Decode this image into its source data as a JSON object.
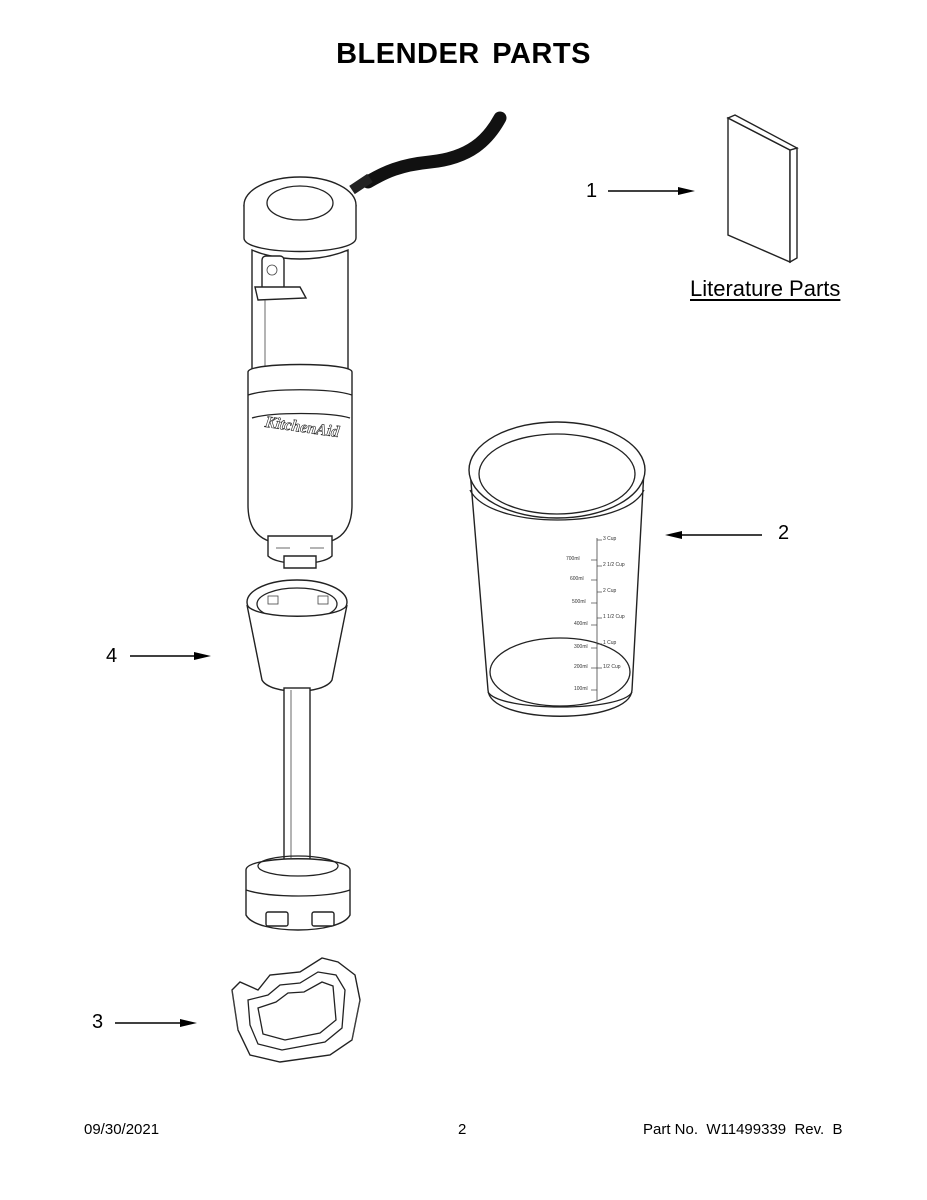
{
  "page": {
    "title": "BLENDER PARTS"
  },
  "callouts": [
    {
      "id": "1",
      "label": "1"
    },
    {
      "id": "2",
      "label": "2"
    },
    {
      "id": "3",
      "label": "3"
    },
    {
      "id": "4",
      "label": "4"
    }
  ],
  "literature": {
    "label": "Literature Parts"
  },
  "blender": {
    "brand": "KitchenAid"
  },
  "cup": {
    "markings_left": [
      "700ml",
      "600ml",
      "500ml",
      "400ml",
      "300ml",
      "200ml",
      "100ml"
    ],
    "markings_right": [
      "3 Cup",
      "2 1/2 Cup",
      "2 Cup",
      "1 1/2 Cup",
      "1 Cup",
      "1/2 Cup"
    ]
  },
  "footer": {
    "date": "09/30/2021",
    "page_number": "2",
    "part_no": "Part No.  W11499339  Rev.  B"
  }
}
